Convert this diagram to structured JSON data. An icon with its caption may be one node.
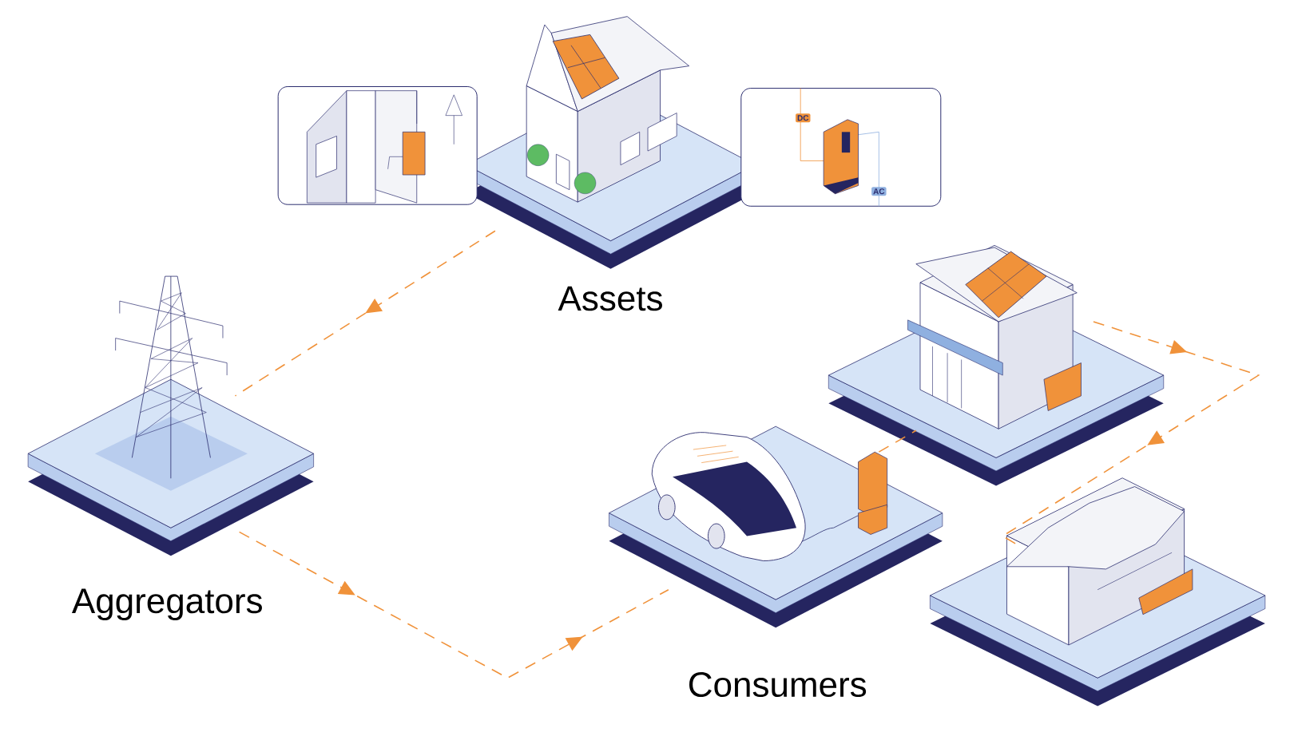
{
  "diagram": {
    "nodes": [
      {
        "text": [
          "Assets"
        ]
      },
      {
        "text": [],
        "shape": "picture"
      },
      {
        "text": [],
        "shape": "picture"
      },
      {
        "text": [
          "Aggregators"
        ]
      },
      {
        "text": [
          "Consumers"
        ]
      },
      {
        "text": [],
        "shape": "picture"
      },
      {
        "text": [],
        "shape": "picture"
      }
    ],
    "edges": [
      {
        "from": 0,
        "to": 3,
        "arrow": "to"
      },
      {
        "from": 3,
        "to": 4,
        "arrow": "to"
      },
      {
        "from": 4,
        "to": 5,
        "arrow": "none"
      },
      {
        "from": 5,
        "to": 6,
        "arrow": "to"
      }
    ],
    "labels": [
      "DC",
      "AC"
    ]
  }
}
